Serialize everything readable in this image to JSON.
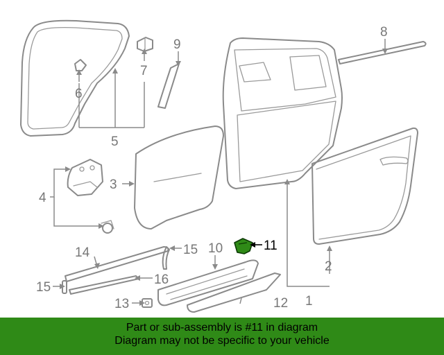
{
  "callouts": [
    {
      "id": "1",
      "text": "1"
    },
    {
      "id": "2",
      "text": "2"
    },
    {
      "id": "3",
      "text": "3"
    },
    {
      "id": "4",
      "text": "4"
    },
    {
      "id": "5",
      "text": "5"
    },
    {
      "id": "6",
      "text": "6"
    },
    {
      "id": "7",
      "text": "7"
    },
    {
      "id": "8",
      "text": "8"
    },
    {
      "id": "9",
      "text": "9"
    },
    {
      "id": "10",
      "text": "10"
    },
    {
      "id": "11",
      "text": "11"
    },
    {
      "id": "12",
      "text": "12"
    },
    {
      "id": "13",
      "text": "13"
    },
    {
      "id": "14",
      "text": "14"
    },
    {
      "id": "15",
      "text": "15"
    },
    {
      "id": "15b",
      "text": "15"
    },
    {
      "id": "16",
      "text": "16"
    }
  ],
  "highlight": {
    "part": "11",
    "color": "#2f8a17"
  },
  "banner": {
    "line1": "Part or sub-assembly is #11 in diagram",
    "line2": "Diagram may not be specific to your vehicle",
    "background": "#2f8a17"
  }
}
